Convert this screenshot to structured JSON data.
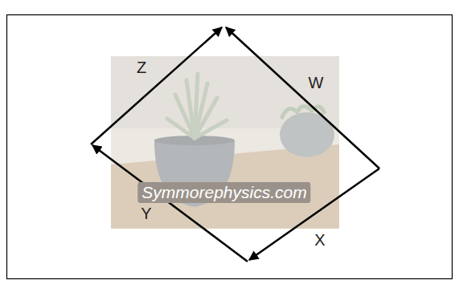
{
  "diagram": {
    "labels": [
      "Z",
      "W",
      "Y",
      "X",
      "Symmorephysics.com"
    ]
  }
}
